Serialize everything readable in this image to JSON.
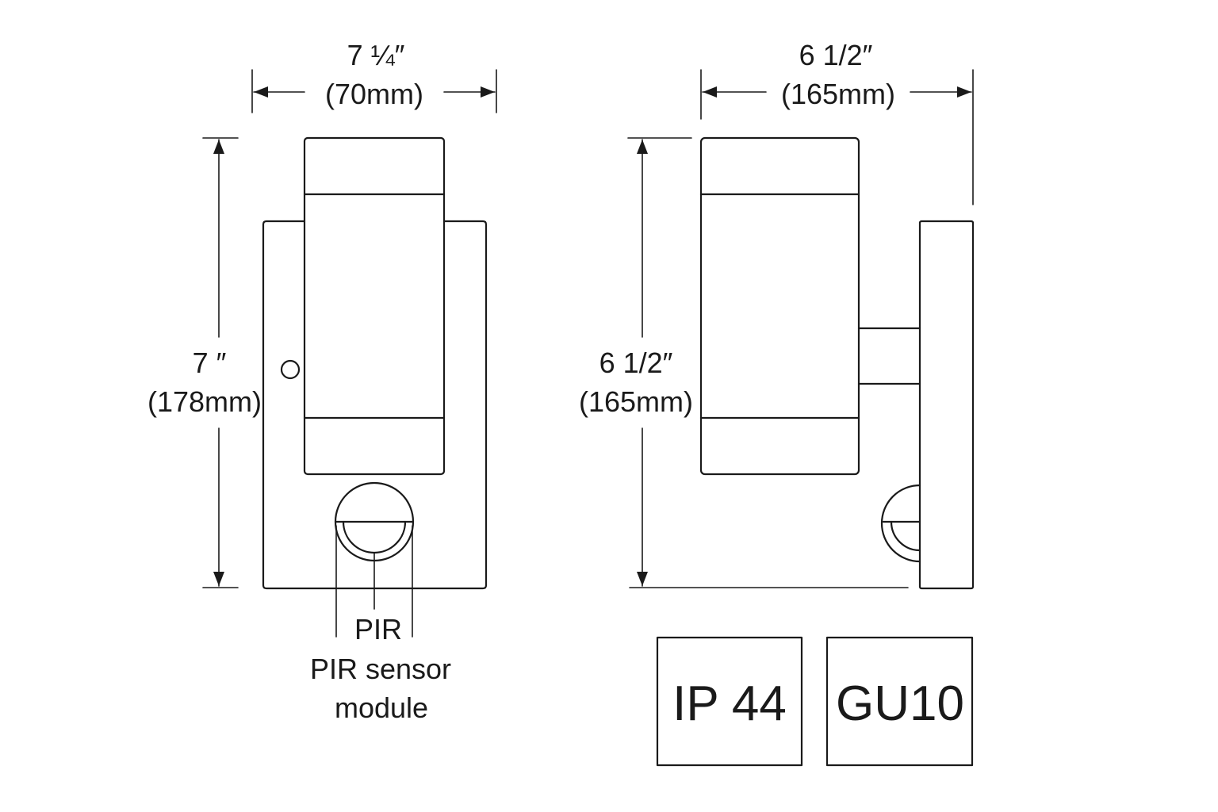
{
  "front_view": {
    "width_label": "7 ¼″",
    "width_label_mm": "(70mm)",
    "height_label": "7 ″",
    "height_label_mm": "(178mm)",
    "pir_label": "PIR",
    "pir_caption_line1": "PIR sensor",
    "pir_caption_line2": "module"
  },
  "side_view": {
    "width_label": "6 1/2″",
    "width_label_mm": "(165mm)",
    "height_label": "6 1/2″",
    "height_label_mm": "(165mm)"
  },
  "badges": [
    {
      "label": "IP 44"
    },
    {
      "label": "GU10"
    }
  ]
}
